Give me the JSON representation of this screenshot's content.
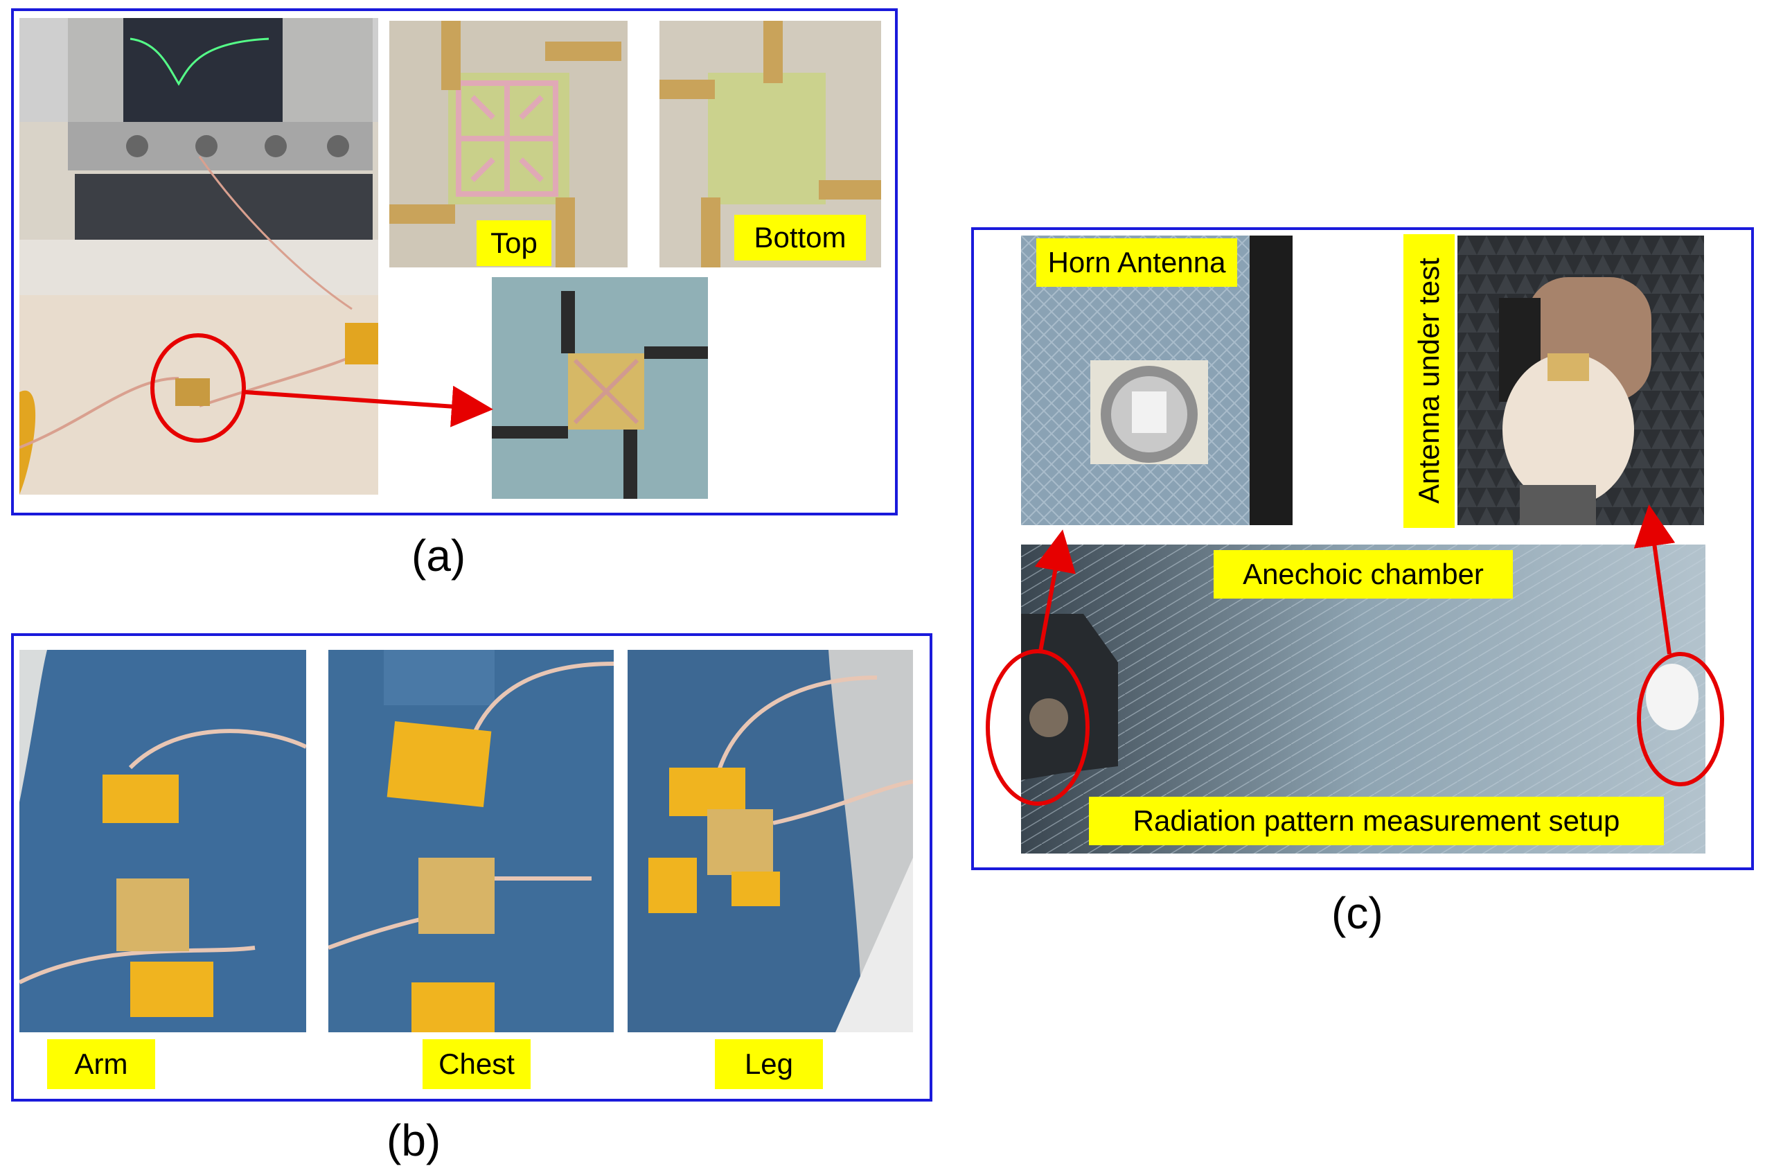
{
  "panels": {
    "a": {
      "caption": "(a)",
      "labels": {
        "top": "Top",
        "bottom": "Bottom"
      }
    },
    "b": {
      "caption": "(b)",
      "labels": {
        "arm": "Arm",
        "chest": "Chest",
        "leg": "Leg"
      }
    },
    "c": {
      "caption": "(c)",
      "labels": {
        "horn": "Horn Antenna",
        "aut": "Antenna under test",
        "chamber": "Anechoic chamber",
        "setup": "Radiation pattern measurement setup"
      }
    }
  },
  "colors": {
    "frame": "#1a1adb",
    "label_bg": "#ffff00",
    "marker": "#e60000"
  }
}
